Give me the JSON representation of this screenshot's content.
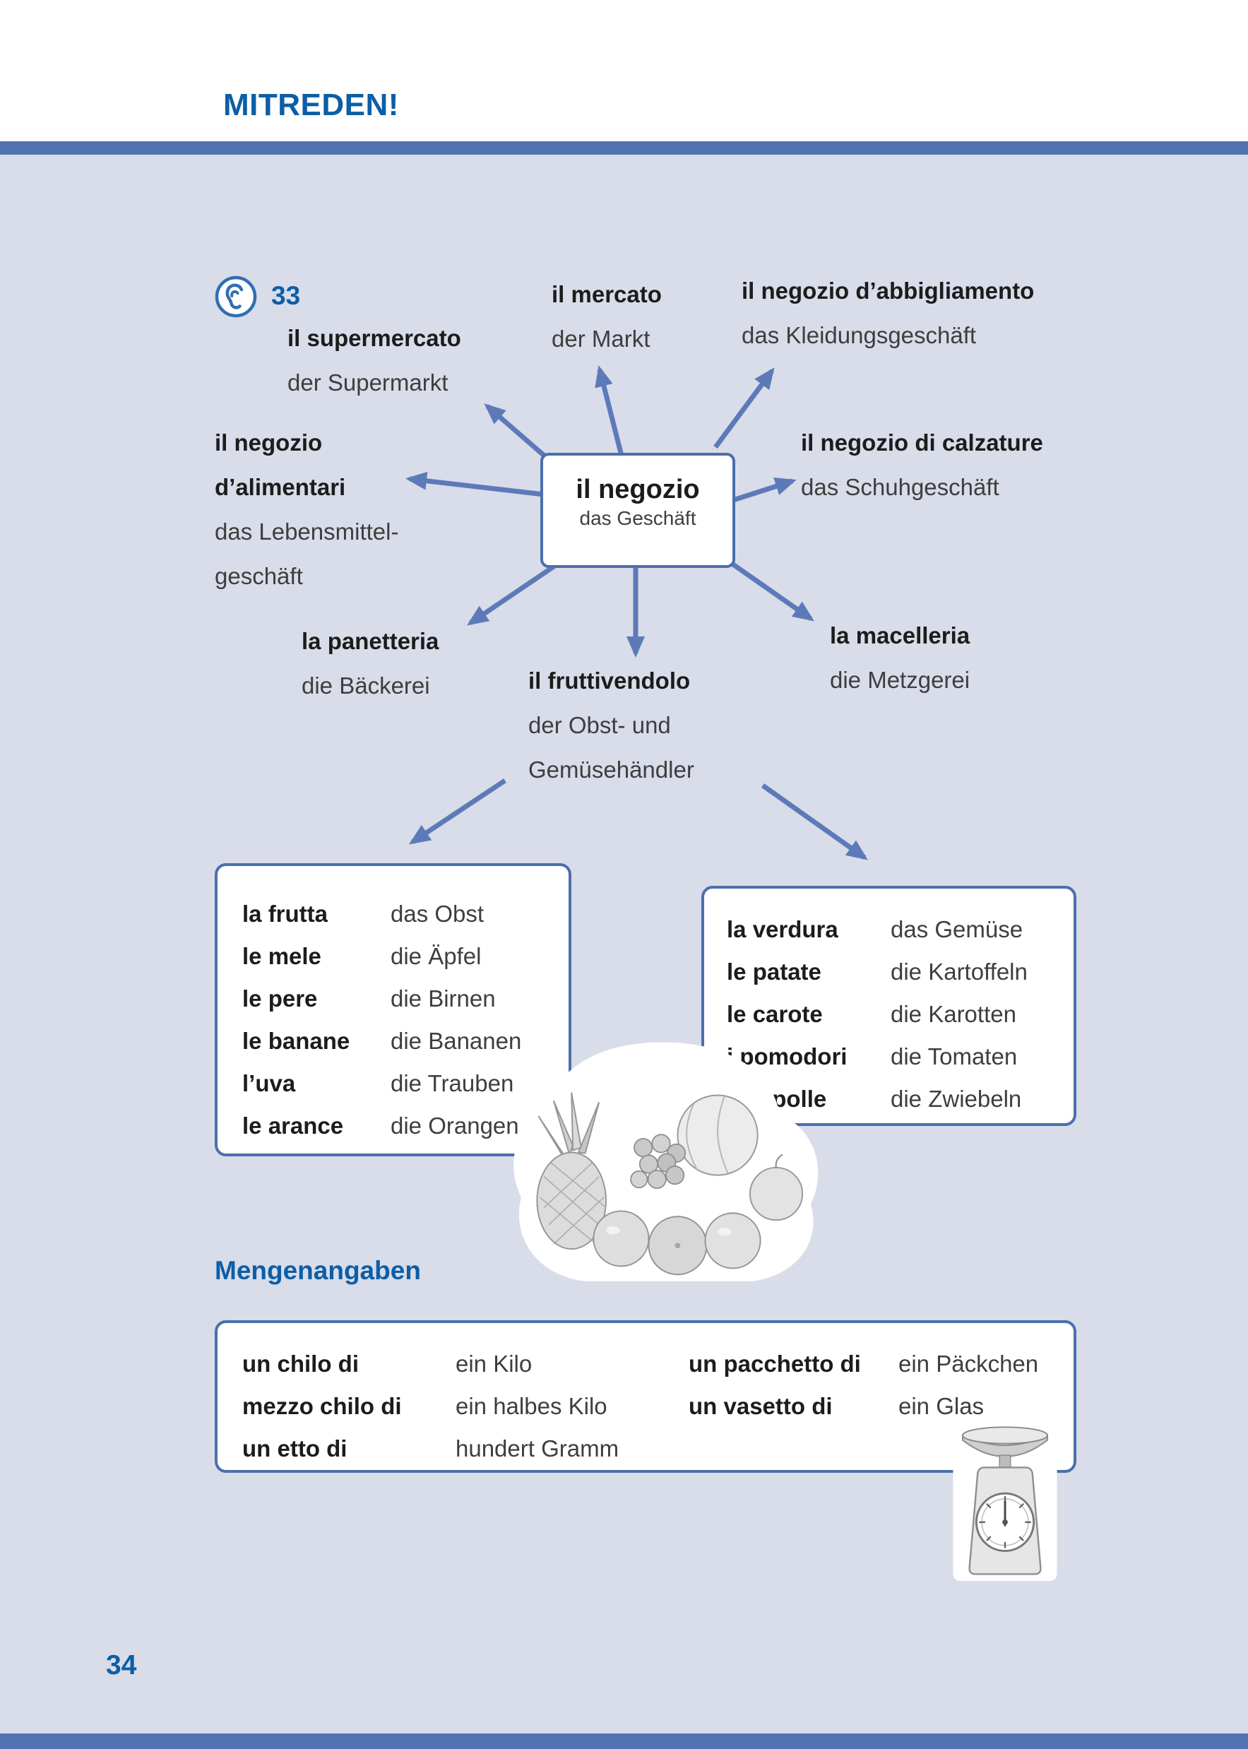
{
  "header": {
    "title": "MITREDEN!"
  },
  "audio": {
    "number": "33"
  },
  "center": {
    "it": "il negozio",
    "de": "das Geschäft"
  },
  "nodes": {
    "supermercato": {
      "it": "il supermercato",
      "de": "der Supermarkt"
    },
    "mercato": {
      "it": "il mercato",
      "de": "der Markt"
    },
    "abbigliamento": {
      "it": "il negozio d’abbigliamento",
      "de": "das Kleidungsgeschäft"
    },
    "alimentari": {
      "it": "il negozio\nd’alimentari",
      "de": "das Lebensmittel-\ngeschäft"
    },
    "calzature": {
      "it": "il negozio di calzature",
      "de": "das Schuhgeschäft"
    },
    "panetteria": {
      "it": "la panetteria",
      "de": "die Bäckerei"
    },
    "fruttivendolo": {
      "it": "il fruttivendolo",
      "de": "der Obst- und\nGemüsehändler"
    },
    "macelleria": {
      "it": "la macelleria",
      "de": "die Metzgerei"
    }
  },
  "fruit_box": {
    "rows": [
      {
        "it": "la frutta",
        "de": "das Obst"
      },
      {
        "it": "le mele",
        "de": "die Äpfel"
      },
      {
        "it": "le pere",
        "de": "die Birnen"
      },
      {
        "it": "le banane",
        "de": "die Bananen"
      },
      {
        "it": "l’uva",
        "de": "die Trauben"
      },
      {
        "it": "le arance",
        "de": "die Orangen"
      }
    ]
  },
  "veg_box": {
    "rows": [
      {
        "it": "la verdura",
        "de": "das Gemüse"
      },
      {
        "it": "le patate",
        "de": "die Kartoffeln"
      },
      {
        "it": "le carote",
        "de": "die Karotten"
      },
      {
        "it": "i pomodori",
        "de": "die Tomaten"
      },
      {
        "it": "le cipolle",
        "de": "die Zwiebeln"
      }
    ]
  },
  "quantities": {
    "title": "Mengenangaben",
    "left_rows": [
      {
        "it": "un chilo di",
        "de": "ein Kilo"
      },
      {
        "it": "mezzo chilo di",
        "de": "ein halbes Kilo"
      },
      {
        "it": "un etto di",
        "de": "hundert Gramm"
      }
    ],
    "right_rows": [
      {
        "it": "un pacchetto di",
        "de": "ein Päckchen"
      },
      {
        "it": "un vasetto di",
        "de": "ein Glas"
      }
    ]
  },
  "footer": {
    "page_number": "34"
  }
}
